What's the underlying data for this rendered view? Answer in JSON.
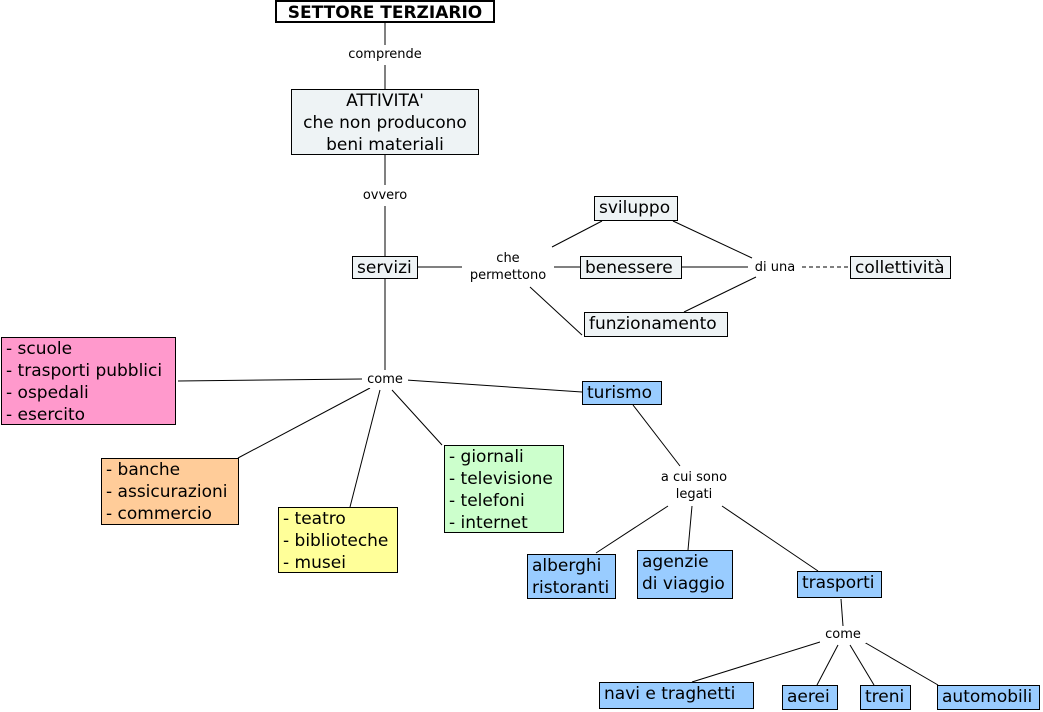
{
  "title": "SETTORE TERZIARIO",
  "nodes": {
    "attivita": "ATTIVITA'\nche non producono\nbeni materiali",
    "servizi": "servizi",
    "sviluppo": "sviluppo",
    "benessere": "benessere",
    "funzionamento": "funzionamento",
    "collettivita": "collettività",
    "pubblici": "- scuole\n- trasporti pubblici\n- ospedali\n- esercito",
    "banche": "- banche\n- assicurazioni\n- commercio",
    "cultura": "- teatro\n- biblioteche\n- musei",
    "comunicazioni": "- giornali\n- televisione\n- telefoni\n- internet",
    "turismo": "turismo",
    "alberghi": "alberghi\nristoranti",
    "agenzie": "agenzie\ndi viaggio",
    "trasporti": "trasporti",
    "navi": "navi  e traghetti",
    "aerei": "aerei",
    "treni": "treni",
    "automobili": "automobili"
  },
  "labels": {
    "comprende": "comprende",
    "ovvero": "ovvero",
    "che_permettono": "che\npermettono",
    "di_una": "di una",
    "come": "come",
    "a_cui_sono_legati": "a cui sono\nlegati",
    "come_trasporti": "come"
  }
}
